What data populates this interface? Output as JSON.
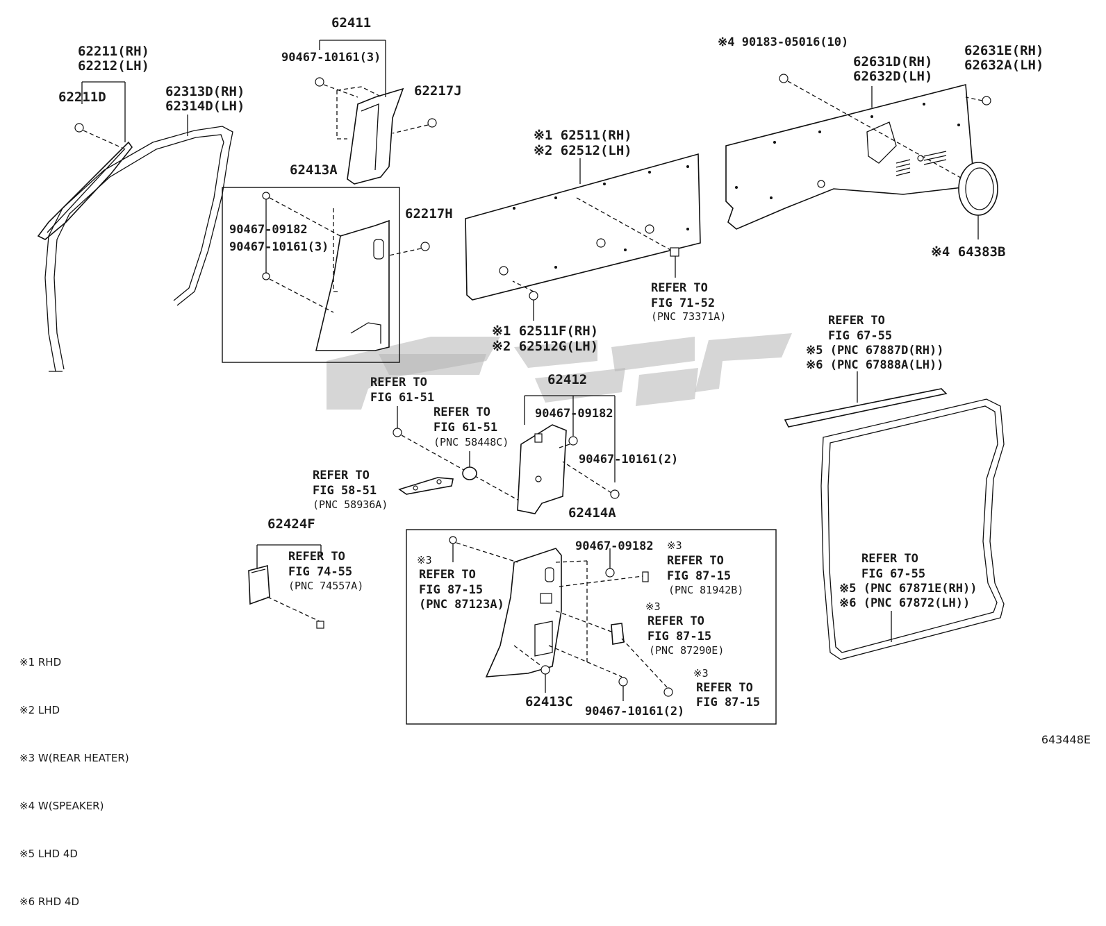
{
  "diagram": {
    "figure_id": "643448E",
    "legend": [
      "※1 RHD",
      "※2 LHD",
      "※3 W(REAR HEATER)",
      "※4 W(SPEAKER)",
      "※5 LHD 4D",
      "※6 RHD 4D"
    ],
    "labels": {
      "p62211_rh": "62211(RH)",
      "p62212_lh": "62212(LH)",
      "p62211d": "62211D",
      "p62313d": "62313D(RH)",
      "p62314d": "62314D(LH)",
      "p62411": "62411",
      "p90467_10161_3_top": "90467-10161(3)",
      "p62217j": "62217J",
      "p62413a": "62413A",
      "p90467_09182_a": "90467-09182",
      "p90467_10161_3_a": "90467-10161(3)",
      "p62217h": "62217H",
      "p62511": "※1 62511(RH)",
      "p62512": "※2 62512(LH)",
      "p62511f": "※1 62511F(RH)",
      "p62512g": "※2 62512G(LH)",
      "ref71_1": "REFER TO",
      "ref71_2": "FIG 71-52",
      "ref71_3": "(PNC 73371A)",
      "p90183": "※4 90183-05016(10)",
      "p62631d": "62631D(RH)",
      "p62632d": "62632D(LH)",
      "p62631e": "62631E(RH)",
      "p62632a": "62632A(LH)",
      "p64383b": "※4 64383B",
      "ref6755a_1": "REFER TO",
      "ref6755a_2": "FIG 67-55",
      "ref6755a_3": "※5 (PNC 67887D(RH))",
      "ref6755a_4": "※6 (PNC 67888A(LH))",
      "ref6151a_1": "REFER TO",
      "ref6151a_2": "FIG 61-51",
      "ref6151b_1": "REFER TO",
      "ref6151b_2": "FIG 61-51",
      "ref6151b_3": "(PNC 58448C)",
      "ref5851_1": "REFER TO",
      "ref5851_2": "FIG 58-51",
      "ref5851_3": "(PNC 58936A)",
      "p62412": "62412",
      "p90467_09182_b": "90467-09182",
      "p90467_10161_2_b": "90467-10161(2)",
      "p62414a": "62414A",
      "p62424f": "62424F",
      "ref7455_1": "REFER TO",
      "ref7455_2": "FIG 74-55",
      "ref7455_3": "(PNC 74557A)",
      "ref8715a_0": "※3",
      "ref8715a_1": "REFER TO",
      "ref8715a_2": "FIG 87-15",
      "ref8715a_3": "(PNC 87123A)",
      "p90467_09182_c": "90467-09182",
      "ref8715b_0": "※3",
      "ref8715b_1": "REFER TO",
      "ref8715b_2": "FIG 87-15",
      "ref8715b_3": "(PNC 81942B)",
      "ref8715c_0": "※3",
      "ref8715c_1": "REFER TO",
      "ref8715c_2": "FIG 87-15",
      "ref8715c_3": "(PNC 87290E)",
      "ref8715d_0": "※3",
      "ref8715d_1": "REFER TO",
      "ref8715d_2": "FIG 87-15",
      "p62413c": "62413C",
      "p90467_10161_2_c": "90467-10161(2)",
      "ref6755b_1": "REFER TO",
      "ref6755b_2": "FIG 67-55",
      "ref6755b_3": "※5 (PNC 67871E(RH))",
      "ref6755b_4": "※6 (PNC 67872(LH))"
    }
  }
}
